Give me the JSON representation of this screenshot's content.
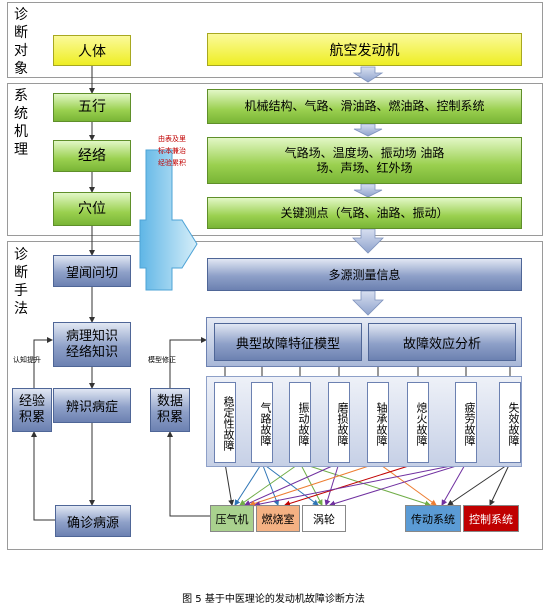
{
  "sections": {
    "diagnosis_object": "诊断对象",
    "system_mechanism": "系统机理",
    "diagnosis_method": "诊断手法"
  },
  "left": {
    "human": "人体",
    "wuxing": "五行",
    "jingluo": "经络",
    "xuewei": "穴位",
    "wangwen": "望闻问切",
    "pathology": "病理知识 经络知识",
    "bianshi": "辨识病症",
    "experience": "经验积累",
    "confirm": "确诊病源",
    "cognition_up": "认知提升"
  },
  "right": {
    "engine": "航空发动机",
    "mech": "机械结构、气路、滑油路、燃油路、控制系统",
    "fields": "气路场、温度场、振动场 油路场、声场、红外场",
    "keypoints": "关键测点（气路、油路、振动）",
    "multisource": "多源测量信息",
    "typical_model": "典型故障特征模型",
    "effect_analysis": "故障效应分析",
    "data_accum": "数据积累",
    "model_fix": "模型修正"
  },
  "mapping_notes": [
    "由表及里",
    "标本兼治",
    "经验累积"
  ],
  "faults": [
    "稳定性故障",
    "气路故障",
    "振动故障",
    "磨损故障",
    "轴承故障",
    "熄火故障",
    "疲劳故障",
    "失效故障"
  ],
  "components": [
    {
      "label": "压气机",
      "color": "#a9d18e"
    },
    {
      "label": "燃烧室",
      "color": "#f4b183"
    },
    {
      "label": "涡轮",
      "color": "#ffffff"
    },
    {
      "label": "传动系统",
      "color": "#5b9bd5"
    },
    {
      "label": "控制系统",
      "color": "#c00000"
    }
  ],
  "caption": "图 5 基于中医理论的发动机故障诊断方法"
}
